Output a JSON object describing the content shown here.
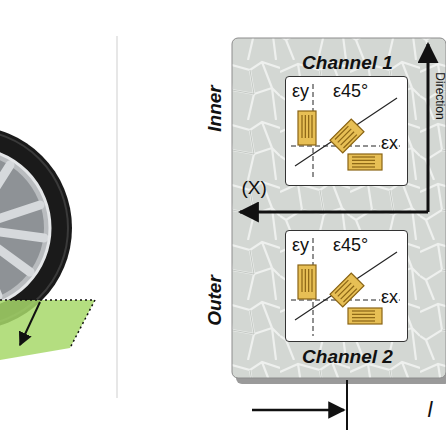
{
  "diagram": {
    "nodes": [
      {
        "text": [
          "Channel 1",
          "εy",
          "ε45°",
          "εx"
        ]
      },
      {
        "text": [
          "Channel 2",
          "εy",
          "ε45°",
          "εx"
        ]
      }
    ],
    "edges": [],
    "labels": [
      "Inner",
      "Outer",
      "(X)",
      "Direction",
      "l"
    ]
  }
}
